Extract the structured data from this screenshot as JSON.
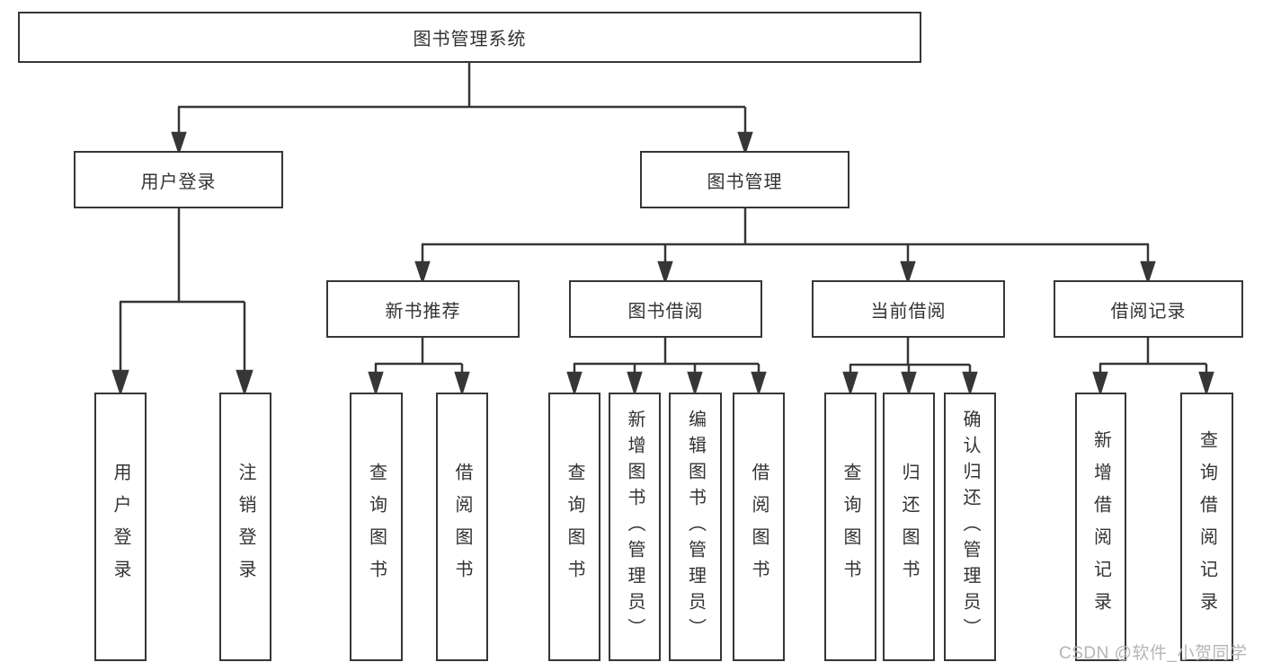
{
  "diagram": {
    "title": "图书管理系统",
    "level2": {
      "user_login": "用户登录",
      "book_mgmt": "图书管理"
    },
    "level3": {
      "new_book_rec": "新书推荐",
      "book_borrow": "图书借阅",
      "current_borrow": "当前借阅",
      "borrow_records": "借阅记录"
    },
    "leaves": {
      "user_login": "用户登录",
      "logout": "注销登录",
      "nbr_query": "查询图书",
      "nbr_borrow": "借阅图书",
      "bb_query": "查询图书",
      "bb_add": "新增图书（管理员）",
      "bb_edit": "编辑图书（管理员）",
      "bb_borrow": "借阅图书",
      "cb_query": "查询图书",
      "cb_return": "归还图书",
      "cb_confirm": "确认归还（管理员）",
      "br_add": "新增借阅记录",
      "br_query": "查询借阅记录"
    }
  },
  "watermark": "CSDN @软件_小贺同学",
  "colors": {
    "line": "#363636",
    "text": "#333333",
    "watermark": "#b5b5b5",
    "background": "#ffffff"
  }
}
